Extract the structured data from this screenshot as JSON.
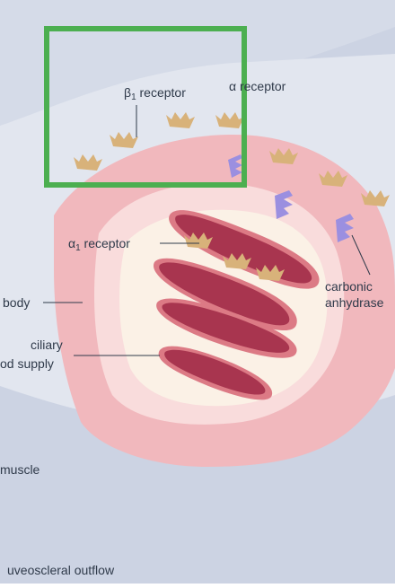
{
  "labels": {
    "beta1": {
      "greek": "β",
      "sub": "1",
      "text": "receptor"
    },
    "alpha_top": {
      "greek": "α",
      "text": "receptor"
    },
    "alpha1": {
      "greek": "α",
      "sub": "1",
      "text": "receptor"
    },
    "carbonic": "carbonic",
    "anhydrase": "anhydrase",
    "body": "body",
    "ciliary": "ciliary",
    "blood_supply": "od supply",
    "muscle": "muscle",
    "outflow": "uveoscleral outflow"
  },
  "colors": {
    "background": "#ccd3e3",
    "pale_overlay": "#e2e6ef",
    "pink": "#f1b8bd",
    "pink_light": "#f9dcdc",
    "cream": "#fbf1e6",
    "process_fill": "#a8354f",
    "process_edge": "#dc7a85",
    "receptor": "#d8b27a",
    "anhydrase_icon": "#9b8fe0",
    "highlight_box": "#4caf50"
  }
}
